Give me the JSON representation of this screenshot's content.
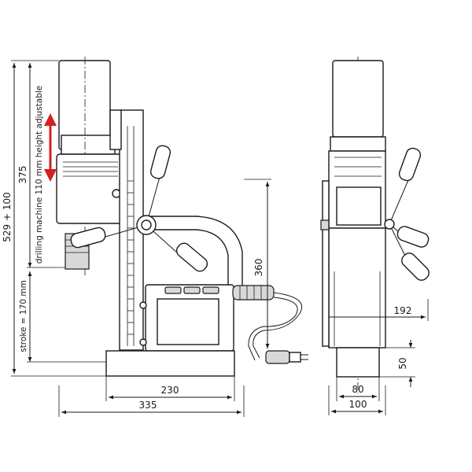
{
  "dimensions": {
    "total_height": "529 + 100",
    "machine_height": "375",
    "adjustable_note": "drilling machine 110 mm height adjustable",
    "stroke_note": "stroke = 170 mm",
    "arm_height": "360",
    "base_width": "230",
    "overall_width": "335",
    "side_depth": "192",
    "front_width": "80",
    "front_total_width": "100",
    "foot_height": "50"
  },
  "colors": {
    "arrow": "#d42020",
    "line": "#1a1a1a"
  }
}
